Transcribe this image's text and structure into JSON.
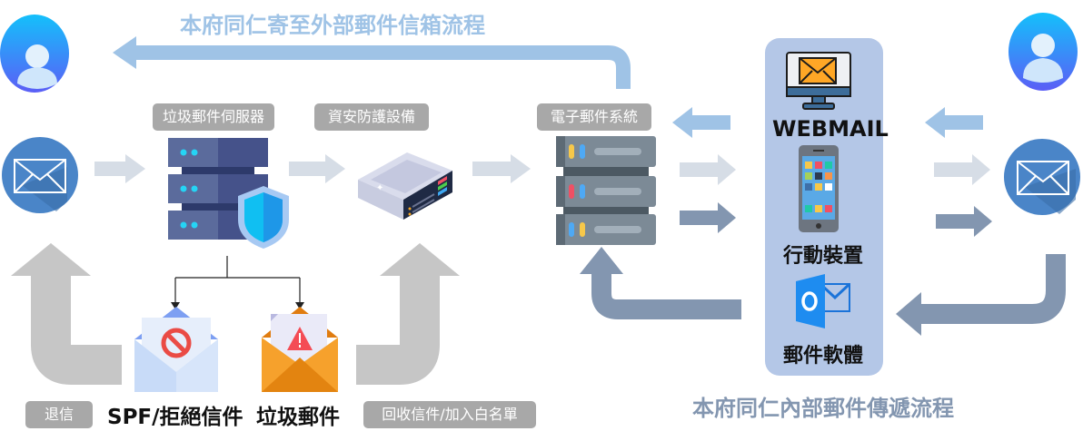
{
  "titles": {
    "outbound_flow": "本府同仁寄至外部郵件信箱流程",
    "internal_flow": "本府同仁內部郵件傳遞流程"
  },
  "nodes": {
    "spam_server": "垃圾郵件伺服器",
    "security_device": "資安防護設備",
    "email_system": "電子郵件系統"
  },
  "clients": {
    "webmail": "WEBMAIL",
    "mobile": "行動裝置",
    "mail_software": "郵件軟體"
  },
  "bottom": {
    "bounce": "退信",
    "spf_reject": "SPF/拒絕信件",
    "spam_mail": "垃圾郵件",
    "recover_whitelist": "回收信件/加入白名單"
  },
  "colors": {
    "outbound_arrow": "#9fc3e6",
    "light_arrow": "#d6dde6",
    "dark_arrow": "#8396b0",
    "gray_arrow": "#c6c6c6",
    "client_panel": "#b4c7e7",
    "tag_bg": "#a8a8a8"
  }
}
